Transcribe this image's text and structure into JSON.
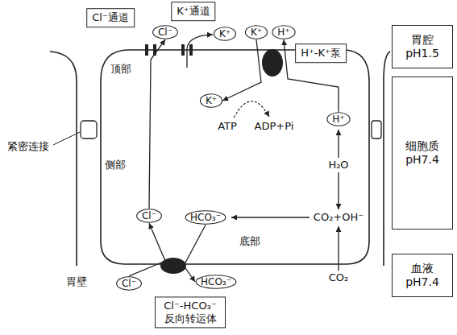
{
  "diagram": {
    "nodes": [
      {
        "text": [
          "Cl⁻通道"
        ]
      },
      {
        "text": [
          "K⁺通道"
        ]
      },
      {
        "text": [
          "Cl⁻"
        ]
      },
      {
        "text": [
          "K⁺"
        ]
      },
      {
        "text": [
          "K⁺"
        ]
      },
      {
        "text": [
          "H⁺"
        ]
      },
      {
        "text": [
          "胃腔 pH1.5"
        ]
      },
      {
        "text": [
          "H⁺-K⁺泵"
        ]
      },
      {
        "text": [
          "K⁺"
        ]
      },
      {
        "text": [
          "H⁺"
        ]
      },
      {
        "text": [
          "细胞质 pH7.4"
        ]
      },
      {
        "text": [
          "Cl⁻"
        ]
      },
      {
        "text": [
          "HCO₃⁻"
        ]
      },
      {
        "text": [
          "血液 pH7.4"
        ]
      },
      {
        "text": [
          "Cl⁻"
        ]
      },
      {
        "text": [
          "HCO₃⁻"
        ]
      },
      {
        "text": [
          "Cl⁻-HCO₃⁻ 反向转运体"
        ]
      }
    ],
    "edges": [
      {
        "from": 11,
        "to": 2,
        "arrow": "to"
      },
      {
        "from": 4,
        "to": 8,
        "arrow": "to"
      },
      {
        "from": 9,
        "to": 5,
        "arrow": "to"
      },
      {
        "from": 14,
        "to": 11,
        "arrow": "to"
      },
      {
        "from": 12,
        "to": 15,
        "arrow": "to"
      }
    ],
    "labels": [
      "顶部",
      "侧部",
      "紧密连接",
      "胃壁",
      "ATP",
      "ADP+Pi",
      "H₂O",
      "CO₂+OH⁻",
      "底部",
      "CO₂"
    ]
  }
}
